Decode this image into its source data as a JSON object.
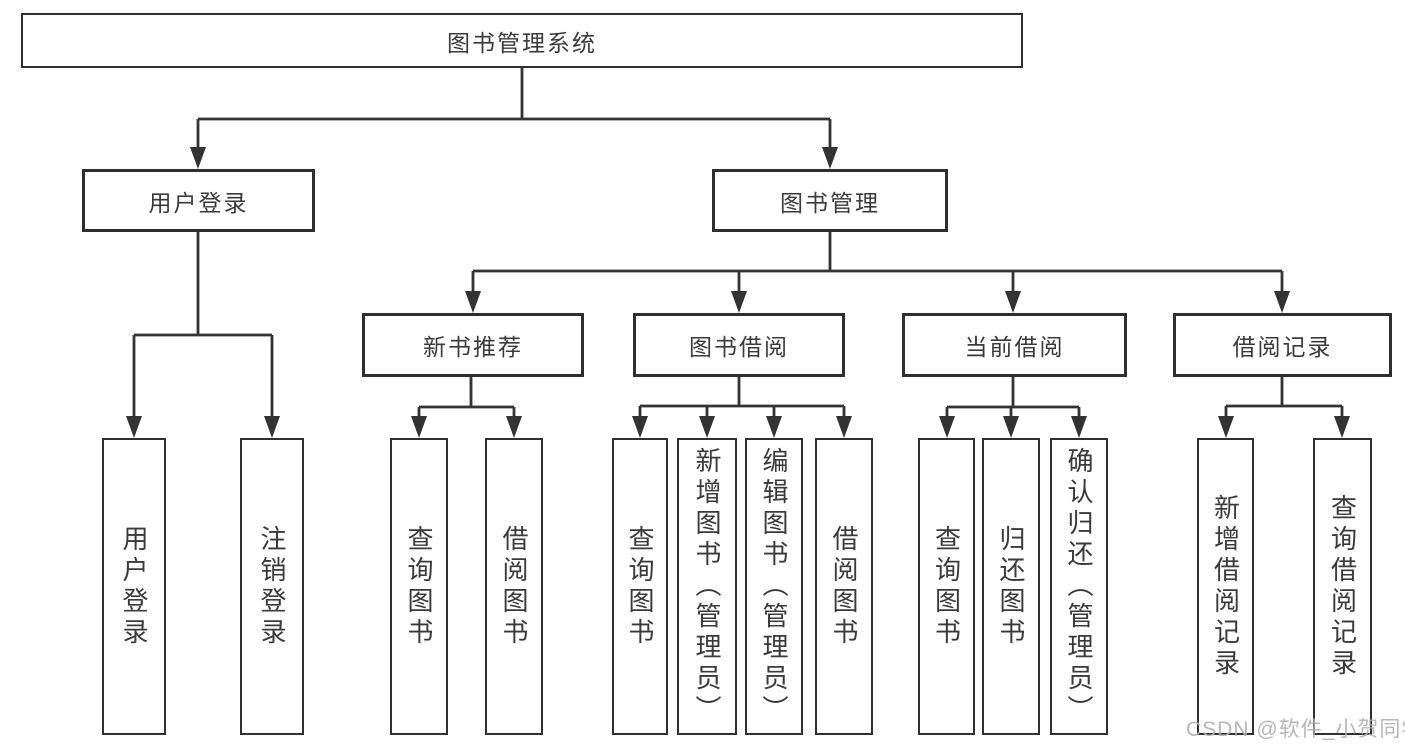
{
  "tree": {
    "label": "图书管理系统",
    "children": [
      {
        "label": "用户登录",
        "children": [
          {
            "label": "用户登录"
          },
          {
            "label": "注销登录"
          }
        ]
      },
      {
        "label": "图书管理",
        "children": [
          {
            "label": "新书推荐",
            "children": [
              {
                "label": "查询图书"
              },
              {
                "label": "借阅图书"
              }
            ]
          },
          {
            "label": "图书借阅",
            "children": [
              {
                "label": "查询图书"
              },
              {
                "label": "新增图书（管理员）"
              },
              {
                "label": "编辑图书（管理员）"
              },
              {
                "label": "借阅图书"
              }
            ]
          },
          {
            "label": "当前借阅",
            "children": [
              {
                "label": "查询图书"
              },
              {
                "label": "归还图书"
              },
              {
                "label": "确认归还（管理员）"
              }
            ]
          },
          {
            "label": "借阅记录",
            "children": [
              {
                "label": "新增借阅记录"
              },
              {
                "label": "查询借阅记录"
              }
            ]
          }
        ]
      }
    ]
  },
  "watermark": {
    "text": "CSDN @软件_小贺同学"
  },
  "colors": {
    "line": "#333333",
    "box_border": "#2f2f2f",
    "text": "#3a3a3a",
    "background": "#ffffff",
    "watermark": "#b0b0b0"
  }
}
